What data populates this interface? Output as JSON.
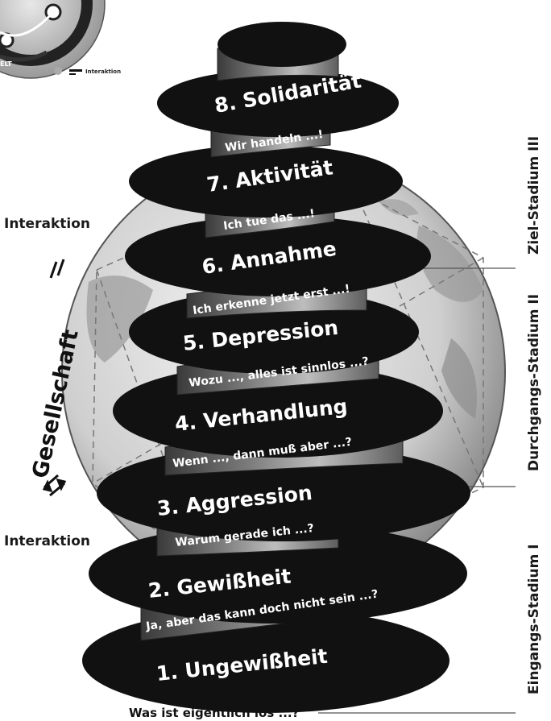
{
  "diagram": {
    "stages": [
      {
        "title": "1. Ungewißheit",
        "subtitle": "Was ist eigentlich los ...?"
      },
      {
        "title": "2. Gewißheit",
        "subtitle": "Ja, aber das kann doch nicht sein ...?"
      },
      {
        "title": "3. Aggression",
        "subtitle": "Warum gerade ich ...?"
      },
      {
        "title": "4. Verhandlung",
        "subtitle": "Wenn ..., dann muß aber ...?"
      },
      {
        "title": "5. Depression",
        "subtitle": "Wozu ..., alles ist sinnlos ...?"
      },
      {
        "title": "6. Annahme",
        "subtitle": "Ich erkenne jetzt erst ...!"
      },
      {
        "title": "7. Aktivität",
        "subtitle": "Ich tue das ...!"
      },
      {
        "title": "8. Solidarität",
        "subtitle": "Wir handeln ...!"
      }
    ],
    "phases": [
      {
        "label": "Ziel-Stadium III"
      },
      {
        "label": "Durchgangs-Stadium II"
      },
      {
        "label": "Eingangs-Stadium I"
      }
    ],
    "left_labels": {
      "interaction_top": "Interaktion",
      "society": "Gesellschaft",
      "interaction_bottom": "Interaktion"
    },
    "corner_legend": {
      "world_fragment": "ELT",
      "legend_text": "Interaktion"
    }
  }
}
